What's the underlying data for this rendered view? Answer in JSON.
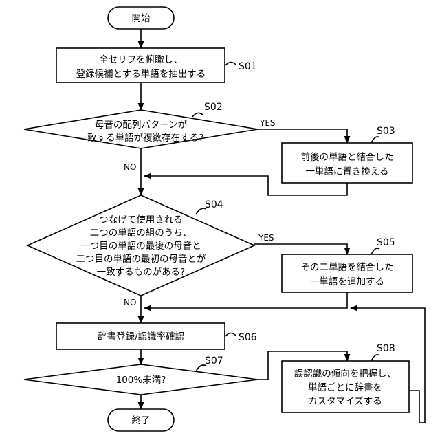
{
  "nodes": {
    "start": {
      "text": "開始"
    },
    "s01": {
      "label": "S01",
      "lines": [
        "全セリフを俯瞰し、",
        "登録候補とする単語を抽出する"
      ]
    },
    "s02": {
      "label": "S02",
      "lines": [
        "母音の配列パターンが",
        "一致する単語が複数存在する?"
      ]
    },
    "s03": {
      "label": "S03",
      "lines": [
        "前後の単語と結合した",
        "一単語に置き換える"
      ]
    },
    "s04": {
      "label": "S04",
      "lines": [
        "つなげて使用される",
        "二つの単語の組のうち、",
        "一つ目の単語の最後の母音と",
        "二つ目の単語の最初の母音とが",
        "一致するものがある?"
      ]
    },
    "s05": {
      "label": "S05",
      "lines": [
        "その二単語を結合した",
        "一単語を追加する"
      ]
    },
    "s06": {
      "label": "S06",
      "lines": [
        "辞書登録/認識率確認"
      ]
    },
    "s07": {
      "label": "S07",
      "lines": [
        "100%未満?"
      ]
    },
    "s08": {
      "label": "S08",
      "lines": [
        "誤認識の傾向を把握し、",
        "単語ごとに辞書を",
        "カスタマイズする"
      ]
    },
    "end": {
      "text": "終了"
    }
  },
  "branches": {
    "yes": "YES",
    "no": "NO"
  }
}
